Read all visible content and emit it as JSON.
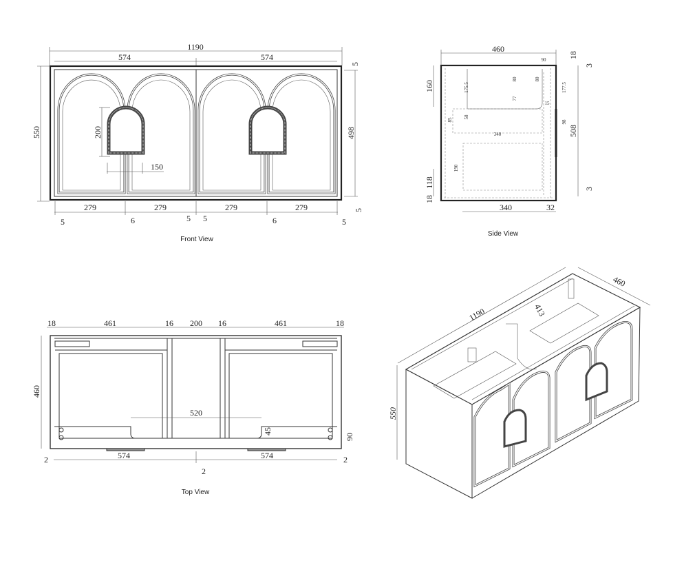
{
  "front_view": {
    "caption": "Front View",
    "overall_width": "1190",
    "door_widths": [
      "574",
      "574"
    ],
    "height": "550",
    "door_height": "498",
    "handle_height": "200",
    "handle_offset": "150",
    "panel_widths": [
      "279",
      "279",
      "279",
      "279"
    ],
    "gaps_bottom": [
      "5",
      "6",
      "5",
      "5",
      "6",
      "5"
    ],
    "top_gap": "5",
    "bottom_gap": "5"
  },
  "side_view": {
    "caption": "Side View",
    "depth": "460",
    "top_left": "160",
    "top_thickness": "18",
    "top_gap": "3",
    "bottom_gap": "3",
    "height_right": "508",
    "bottom_left": "118",
    "bottom_thickness": "18",
    "bottom_depth": "340",
    "bottom_front": "32",
    "inner": {
      "d90": "90",
      "d175_5": "175.5",
      "d177_5": "177.5",
      "d80a": "80",
      "d80b": "80",
      "d77": "77",
      "d15": "15",
      "d58": "58",
      "d85": "85",
      "d98": "98",
      "d340": "340",
      "d190": "190"
    }
  },
  "top_view": {
    "caption": "Top View",
    "top_dims": [
      "18",
      "461",
      "16",
      "200",
      "16",
      "461",
      "18"
    ],
    "depth": "460",
    "cutout_width": "520",
    "cutout_depth": "45",
    "front_depth": "90",
    "bottom_dims": [
      "2",
      "574",
      "574",
      "2"
    ],
    "center_gap": "2"
  },
  "iso_view": {
    "width": "1190",
    "depth": "460",
    "height": "550",
    "inner": "413"
  }
}
